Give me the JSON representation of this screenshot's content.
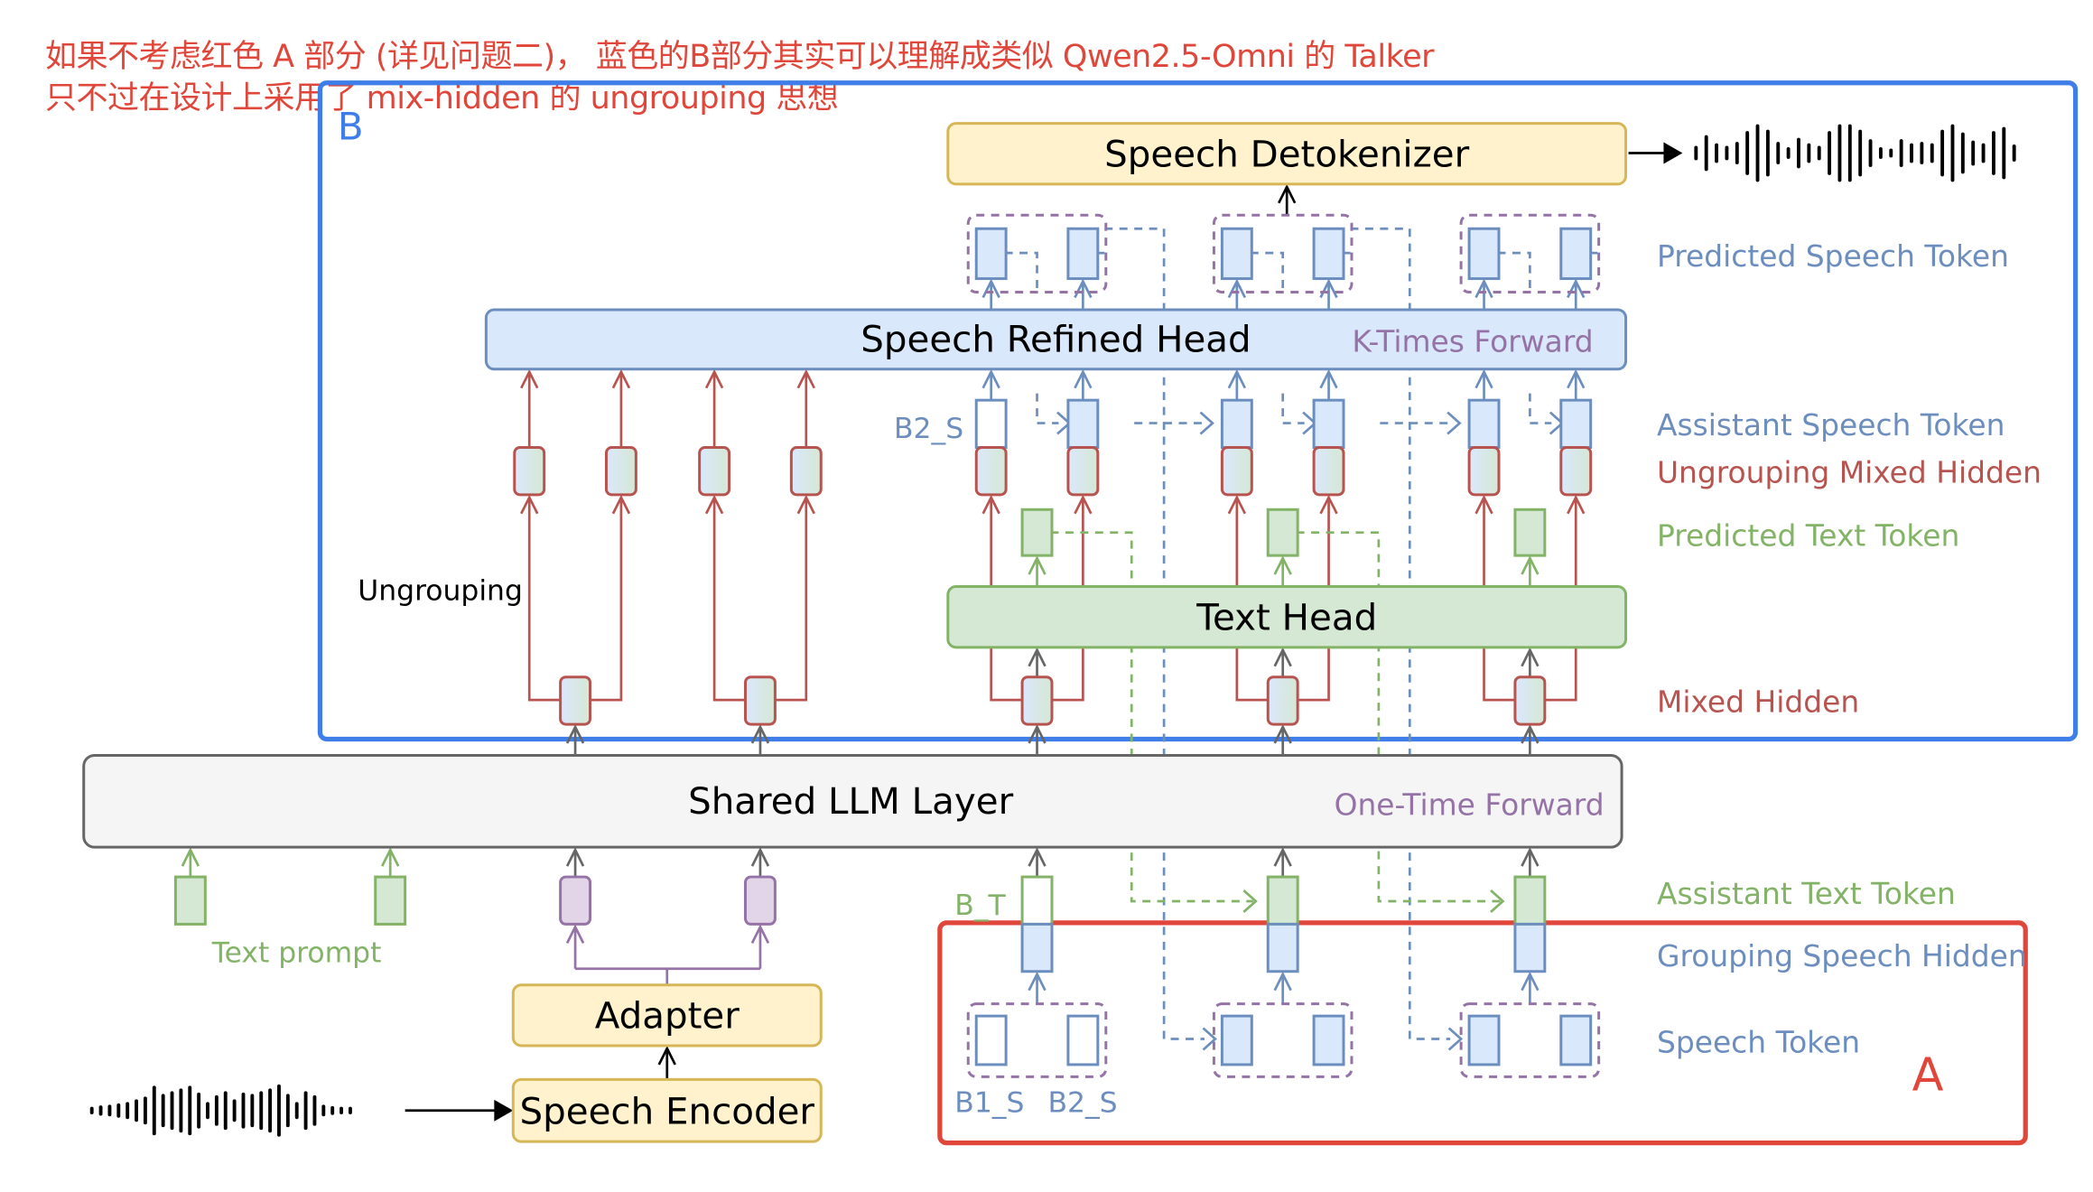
{
  "annotation": {
    "line1": "如果不考虑红色 A 部分 (详见问题二)， 蓝色的B部分其实可以理解成类似 Qwen2.5-Omni 的 Talker",
    "line2": "只不过在设计上采用了 mix-hidden 的 ungrouping 思想",
    "color": "#e0473a"
  },
  "regions": {
    "b": {
      "label": "B",
      "color": "#3f7ee8"
    },
    "a": {
      "label": "A",
      "color": "#e0473a"
    }
  },
  "modules": {
    "speech_detokenizer": "Speech Detokenizer",
    "speech_refined_head": "Speech Refined Head",
    "speech_refined_head_note": "K-Times Forward",
    "text_head": "Text Head",
    "shared_llm": "Shared LLM Layer",
    "shared_llm_note": "One-Time Forward",
    "adapter": "Adapter",
    "speech_encoder": "Speech Encoder"
  },
  "labels": {
    "ungrouping": "Ungrouping",
    "text_prompt": "Text prompt",
    "b2_s_top": "B2_S",
    "b_t": "B_T",
    "b1_s": "B1_S",
    "b2_s": "B2_S"
  },
  "legend": [
    {
      "text": "Predicted Speech Token",
      "color": "#6c8ebf"
    },
    {
      "text": "Assistant Speech Token",
      "color": "#6c8ebf"
    },
    {
      "text": "Ungrouping Mixed Hidden",
      "color": "#b85450"
    },
    {
      "text": "Predicted Text Token",
      "color": "#82b366"
    },
    {
      "text": "Mixed Hidden",
      "color": "#b85450"
    },
    {
      "text": "Assistant Text Token",
      "color": "#82b366"
    },
    {
      "text": "Grouping Speech Hidden",
      "color": "#6c8ebf"
    },
    {
      "text": "Speech Token",
      "color": "#6c8ebf"
    }
  ],
  "colors": {
    "blue_stroke": "#6c8ebf",
    "blue_fill": "#dae8fc",
    "red_stroke": "#b85450",
    "green_stroke": "#82b366",
    "green_fill": "#d5e8d4",
    "purple_stroke": "#9673a6",
    "purple_fill": "#e1d5e7",
    "yellow_stroke": "#d6b656",
    "yellow_fill": "#fff2cc",
    "gray_stroke": "#666666",
    "gray_fill": "#f5f5f5"
  }
}
